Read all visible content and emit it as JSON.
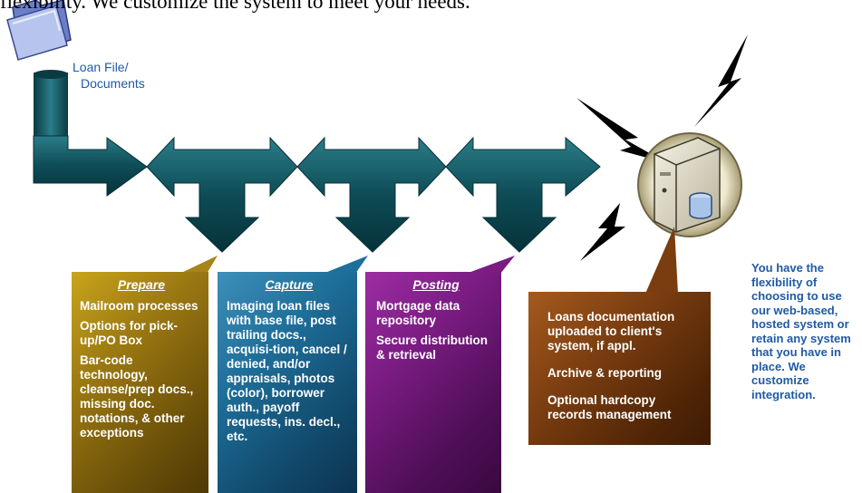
{
  "header": {
    "top_text": "flexibility. We customize the system to meet your needs."
  },
  "loan_file": {
    "label_line1": "Loan File/",
    "label_line2": "Documents"
  },
  "prepare": {
    "title": "Prepare",
    "items": [
      "Mailroom processes",
      "Options for pick-up/PO Box",
      "Bar-code technology, cleanse/prep docs., missing doc. notations, & other exceptions"
    ]
  },
  "capture": {
    "title": "Capture",
    "items": [
      "Imaging loan files with base file, post trailing docs., acquisi-tion, cancel / denied, and/or appraisals, photos (color), borrower auth., payoff requests, ins. decl., etc."
    ]
  },
  "posting": {
    "title": "Posting",
    "items": [
      "Mortgage data repository",
      "Secure distribution & retrieval"
    ]
  },
  "loans_box": {
    "items": [
      "Loans documentation uploaded to client's system, if appl.",
      "Archive & reporting",
      "Optional hardcopy records management"
    ]
  },
  "side_note": "You have the flexibility of choosing to use our web-based, hosted system or retain any system that you have in place. We customize integration.",
  "icons": {
    "folder": "folder-icon",
    "server": "server-icon",
    "bolt": "lightning-bolt-icon"
  },
  "colors": {
    "arrow": "#0f4d57",
    "prepare": "#9a7812",
    "capture": "#1e6f9a",
    "posting": "#7a1c82",
    "loans": "#7a3d10",
    "note_text": "#1f5aa6"
  }
}
